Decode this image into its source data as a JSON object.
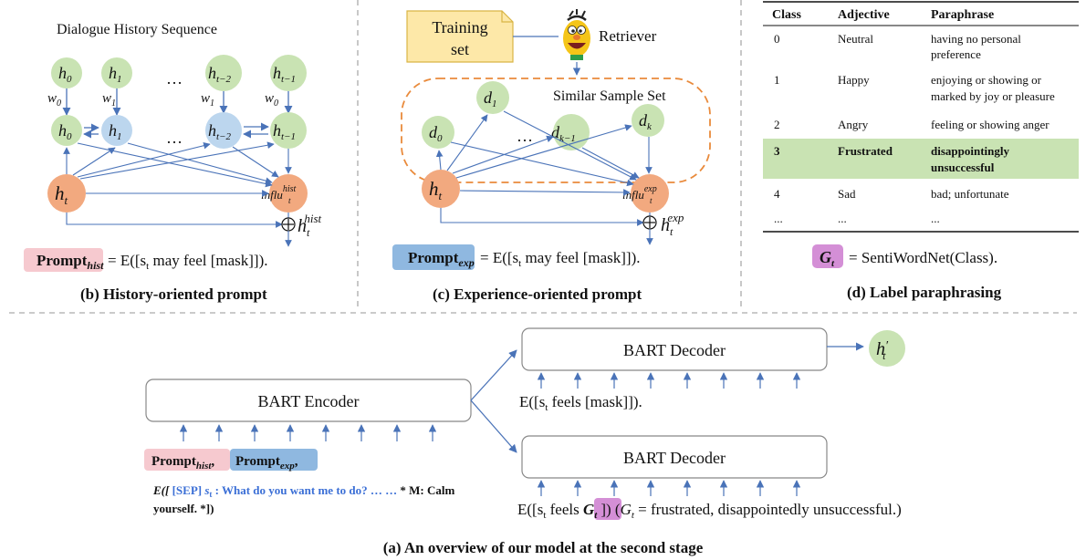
{
  "colors": {
    "green_node": "#c9e3b3",
    "blue_node": "#bcd6ee",
    "orange_node": "#f2a97f",
    "arrow": "#4a73b8",
    "prompt_hist_bg": "#f6c9cf",
    "prompt_exp_bg": "#8fb8e0",
    "g_badge": "#d48fd6",
    "highlight_row": "#c9e3b3",
    "dashed_region": "#e98a3b",
    "training_box": "#fde8a8",
    "blue_text": "#3b6fd6"
  },
  "panel_b": {
    "header": "Dialogue History Sequence",
    "caption": "(b) History-oriented prompt",
    "top_nodes": [
      {
        "base": "h",
        "sub": "0"
      },
      {
        "base": "h",
        "sub": "1"
      },
      {
        "base": "h",
        "sub": "t−2"
      },
      {
        "base": "h",
        "sub": "t−1"
      }
    ],
    "weights": [
      {
        "base": "w",
        "sub": "0"
      },
      {
        "base": "w",
        "sub": "1"
      },
      {
        "base": "w",
        "sub": "1"
      },
      {
        "base": "w",
        "sub": "0"
      }
    ],
    "mid_nodes": [
      {
        "base": "h",
        "sub": "0"
      },
      {
        "base": "h",
        "sub": "1"
      },
      {
        "base": "h",
        "sub": "t−2"
      },
      {
        "base": "h",
        "sub": "t−1"
      }
    ],
    "dots": "…",
    "ht": {
      "base": "h",
      "sub": "t"
    },
    "influ": {
      "base": "influ",
      "sub": "t",
      "sup": "hist"
    },
    "out": {
      "base": "h",
      "sub": "t",
      "sup": "hist"
    },
    "prompt_label": "Prompt",
    "prompt_sub": "hist",
    "formula": "= E([s",
    "formula_sub": "t",
    "formula_tail": " may feel [mask]])."
  },
  "panel_c": {
    "training_label_1": "Training",
    "training_label_2": "set",
    "retriever": "Retriever",
    "similar_set": "Similar Sample Set",
    "nodes": [
      {
        "base": "d",
        "sub": "0"
      },
      {
        "base": "d",
        "sub": "1"
      },
      {
        "base": "d",
        "sub": "k−1"
      },
      {
        "base": "d",
        "sub": "k"
      }
    ],
    "dots": "…",
    "ht": {
      "base": "h",
      "sub": "t"
    },
    "influ": {
      "base": "influ",
      "sub": "t",
      "sup": "exp"
    },
    "out": {
      "base": "h",
      "sub": "t",
      "sup": "exp"
    },
    "prompt_label": "Prompt",
    "prompt_sub": "exp",
    "formula": "= E([s",
    "formula_sub": "t",
    "formula_tail": " may feel [mask]]).",
    "caption": "(c) Experience-oriented prompt"
  },
  "panel_d": {
    "headers": [
      "Class",
      "Adjective",
      "Paraphrase"
    ],
    "rows": [
      {
        "cls": "0",
        "adj": "Neutral",
        "para": [
          "having no personal",
          "preference"
        ],
        "highlight": false
      },
      {
        "cls": "1",
        "adj": "Happy",
        "para": [
          "enjoying or showing or",
          "marked by joy or pleasure"
        ],
        "highlight": false
      },
      {
        "cls": "2",
        "adj": "Angry",
        "para": [
          "feeling or showing anger"
        ],
        "highlight": false
      },
      {
        "cls": "3",
        "adj": "Frustrated",
        "para": [
          "disappointingly",
          "unsuccessful"
        ],
        "highlight": true
      },
      {
        "cls": "4",
        "adj": "Sad",
        "para": [
          "bad; unfortunate"
        ],
        "highlight": false
      },
      {
        "cls": "...",
        "adj": "...",
        "para": [
          "..."
        ],
        "highlight": false
      }
    ],
    "g_label": "G",
    "g_sub": "t",
    "formula": "= SentiWordNet(Class).",
    "caption": "(d) Label paraphrasing"
  },
  "panel_a": {
    "encoder": "BART Encoder",
    "decoder_top": "BART Decoder",
    "decoder_bottom": "BART Decoder",
    "output": {
      "base": "h",
      "prime": "′",
      "sub": "t"
    },
    "prompt_hist": "Prompt",
    "prompt_hist_sub": "hist",
    "prompt_exp": "Prompt",
    "prompt_exp_sub": "exp",
    "sep": ",",
    "input_line1_e": "E([",
    "input_line1_sep": " [SEP] ",
    "input_line1_s": "s",
    "input_line1_s_sub": "t",
    "input_line1_rest": " : What do you want me to do? … … ",
    "input_line1_tail": "* M: Calm",
    "input_line2": "yourself. *])",
    "top_decoder_input_a": "E([s",
    "top_decoder_input_sub": "t",
    "top_decoder_input_b": " feels [mask]]).",
    "bottom_decoder_input_a": "E([s",
    "bottom_decoder_input_sub": "t",
    "bottom_decoder_input_b": " feels ",
    "bottom_g": "G",
    "bottom_g_sub": "t",
    "bottom_tail_a": "]) (",
    "bottom_tail_g": "G",
    "bottom_tail_g_sub": "t",
    "bottom_tail_b": " = frustrated, disappointedly unsuccessful.)",
    "caption": "(a) An overview of our model at the second stage"
  }
}
